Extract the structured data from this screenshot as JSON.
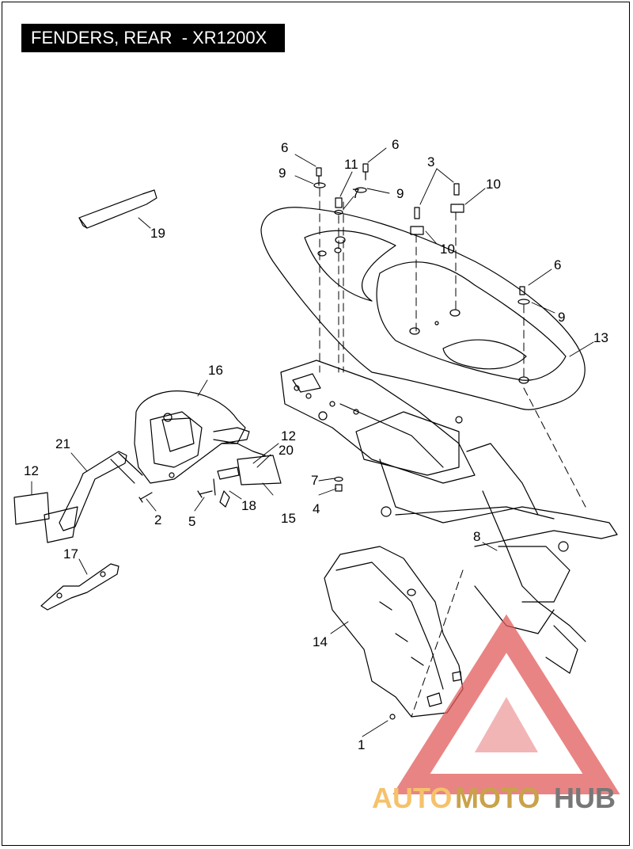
{
  "title": "FENDERS, REAR  - XR1200X",
  "callouts": {
    "c1": "1",
    "c2": "2",
    "c3": "3",
    "c4": "4",
    "c5": "5",
    "c6a": "6",
    "c6b": "6",
    "c6c": "6",
    "c7a": "7",
    "c7b": "7",
    "c8": "8",
    "c9a": "9",
    "c9b": "9",
    "c9c": "9",
    "c10a": "10",
    "c10b": "10",
    "c11": "11",
    "c12a": "12",
    "c12b": "12",
    "c13": "13",
    "c14": "14",
    "c15": "15",
    "c16": "16",
    "c17": "17",
    "c18": "18",
    "c19": "19",
    "c20": "20",
    "c21": "21"
  },
  "watermark": {
    "part1": "AUTO",
    "part2": "MOTO",
    "part3": "HUB",
    "colors": {
      "auto": "#f5c26b",
      "moto": "#c9a24a",
      "hub": "#777777",
      "triangle": "#e25b5b"
    }
  }
}
